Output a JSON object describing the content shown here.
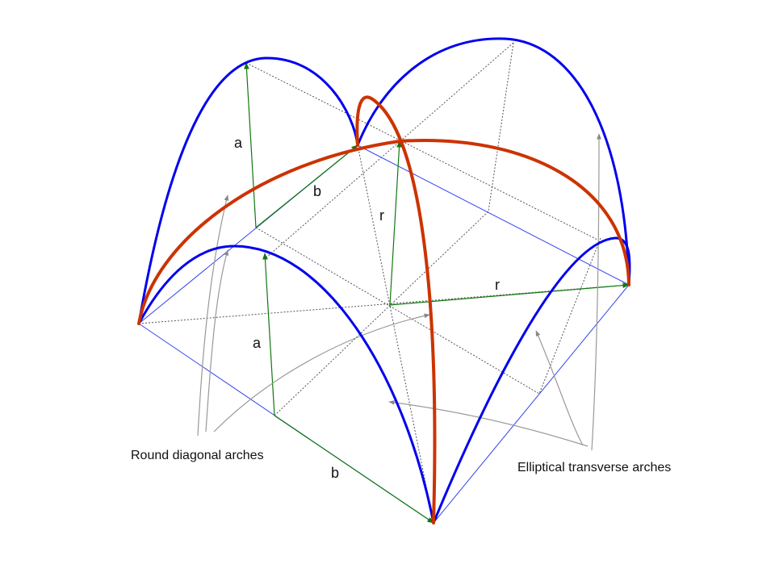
{
  "labels": {
    "a_upper": "a",
    "b_upper": "b",
    "r_upper": "r",
    "a_lower": "a",
    "r_right": "r",
    "b_lower": "b",
    "caption_left": "Round diagonal arches",
    "caption_right": "Elliptical transverse arches"
  },
  "colors": {
    "transverse_arch": "#0000ee",
    "diagonal_arch": "#cc3300",
    "dimension_arrow": "#117711",
    "base_edge": "#3344ee",
    "construction_line": "#555555",
    "leader_line": "#999999",
    "background": "#ffffff"
  },
  "icons": {
    "dimension_arrowhead": "arrowhead-green",
    "leader_arrowhead": "arrowhead-gray"
  }
}
